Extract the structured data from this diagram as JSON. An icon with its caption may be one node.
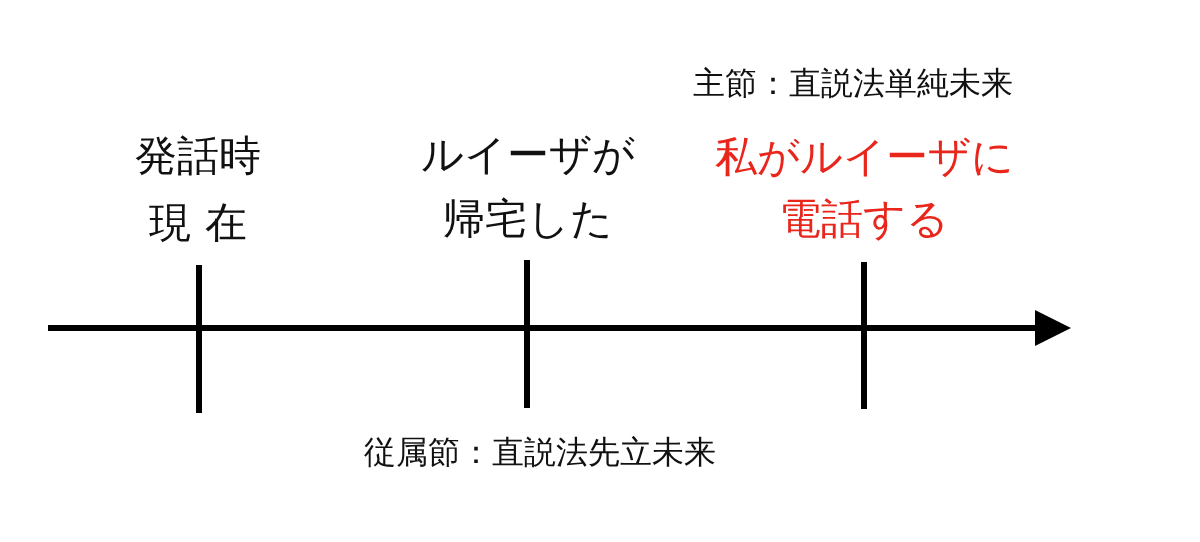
{
  "diagram": {
    "labels": [
      "主節：直説法単純未来",
      "発話時",
      "現 在",
      "ルイーザが帰宅した",
      "私がルイーザに電話する",
      "従属節：直説法先立未来"
    ]
  }
}
